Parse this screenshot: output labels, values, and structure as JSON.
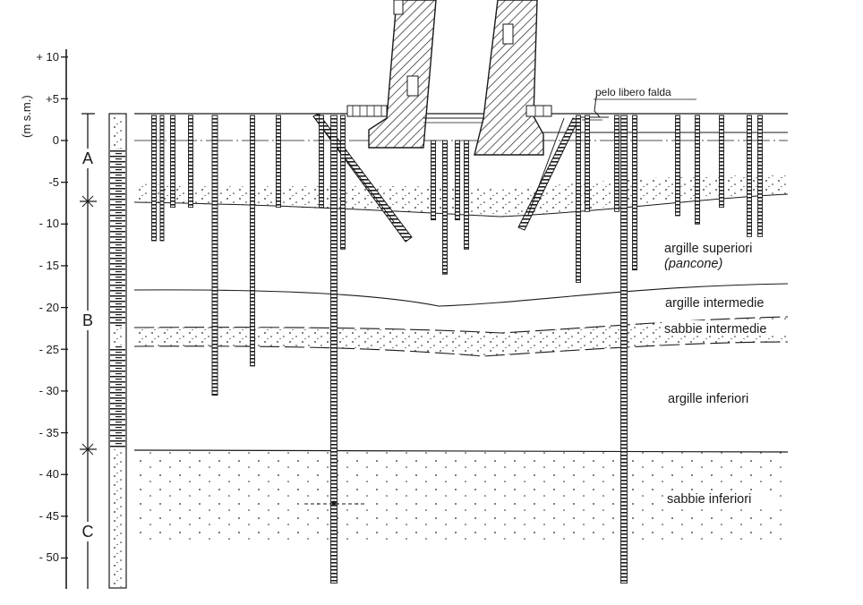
{
  "axis": {
    "unit_label": "(m s.m.)",
    "ticks": [
      "+ 10",
      "+5",
      "0",
      "-5",
      "- 10",
      "- 15",
      "- 20",
      "- 25",
      "- 30",
      "- 35",
      "- 40",
      "- 45",
      "- 50"
    ]
  },
  "zones": [
    "A",
    "B",
    "C"
  ],
  "layers": {
    "argille_superiori": "argille superiori",
    "pancone": "(pancone)",
    "argille_intermedie": "argille intermedie",
    "sabbie_intermedie": "sabbie intermedie",
    "argille_inferiori": "argille inferiori",
    "sabbie_inferiori": "sabbie inferiori"
  },
  "annotations": {
    "water_table": "pelo libero falda"
  },
  "colors": {
    "ink": "#1a1a1a",
    "paper": "#ffffff"
  }
}
